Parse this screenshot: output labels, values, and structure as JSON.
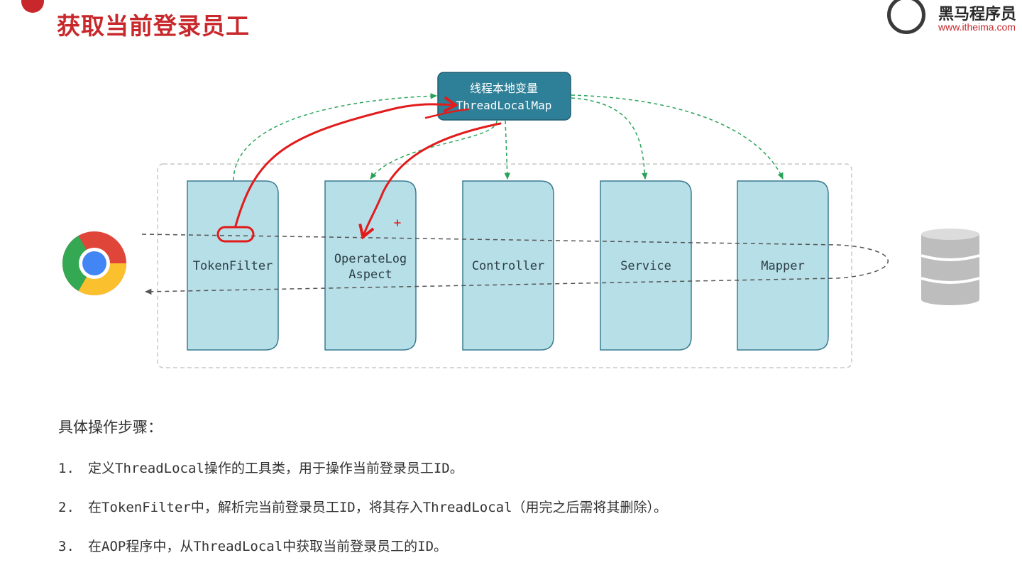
{
  "header": {
    "title": "获取当前登录员工",
    "logo_name": "黑马程序员",
    "logo_url": "www.itheima.com"
  },
  "diagram": {
    "thread_local": {
      "line1": "线程本地变量",
      "line2": "ThreadLocalMap"
    },
    "components": [
      "TokenFilter",
      "OperateLog Aspect",
      "Controller",
      "Service",
      "Mapper"
    ],
    "browser_icon": "chrome-icon",
    "database_icon": "database-icon",
    "colors": {
      "component_fill": "#b7dfe7",
      "component_stroke": "#3a7c92",
      "thread_local_fill": "#2e7f98",
      "green_arrow": "#2aa35a",
      "annotation": "#e21b1b"
    }
  },
  "steps": {
    "title": "具体操作步骤：",
    "items": [
      {
        "num": "1.",
        "text": "定义ThreadLocal操作的工具类，用于操作当前登录员工ID。"
      },
      {
        "num": "2.",
        "text": "在TokenFilter中，解析完当前登录员工ID，将其存入ThreadLocal（用完之后需将其删除）。"
      },
      {
        "num": "3.",
        "text": "在AOP程序中，从ThreadLocal中获取当前登录员工的ID。"
      }
    ]
  }
}
